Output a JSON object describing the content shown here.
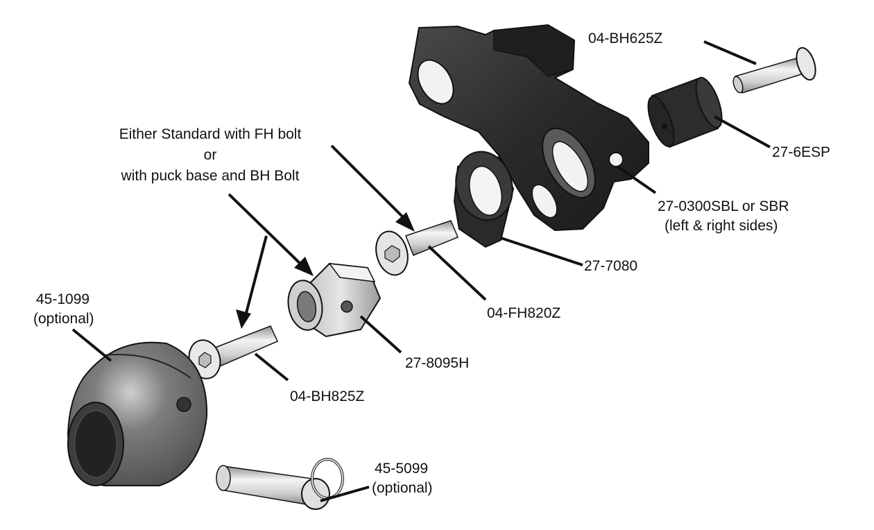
{
  "note": {
    "line1": "Either Standard with FH bolt",
    "line2": "or",
    "line3": "with puck base and BH Bolt"
  },
  "parts": {
    "bh625": {
      "line1": "04-BH625Z"
    },
    "esp": {
      "line1": "27-6ESP"
    },
    "sbl": {
      "line1": "27-0300SBL or SBR",
      "line2": "(left & right sides)"
    },
    "p7080": {
      "line1": "27-7080"
    },
    "fh820": {
      "line1": "04-FH820Z"
    },
    "p8095": {
      "line1": "27-8095H"
    },
    "bh825": {
      "line1": "04-BH825Z"
    },
    "p1099": {
      "line1": "45-1099",
      "line2": "(optional)"
    },
    "p5099": {
      "line1": "45-5099",
      "line2": "(optional)"
    }
  },
  "colors": {
    "dark_part": "#2b2b2b",
    "metal": "#dcdcdc",
    "metal_shadow": "#9a9a9a",
    "puck": "#6e6e6e",
    "line": "#111111"
  }
}
